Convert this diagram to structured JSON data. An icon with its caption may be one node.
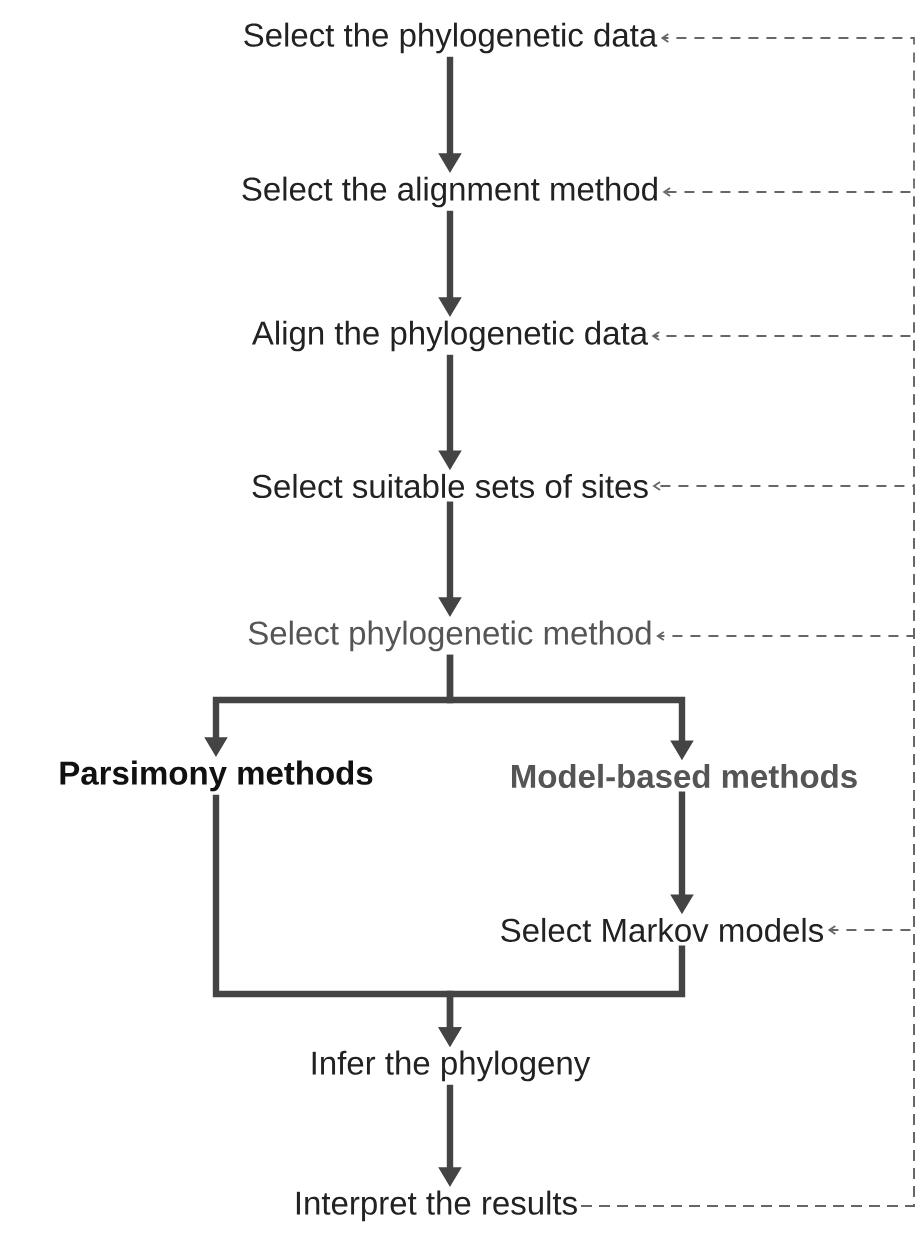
{
  "diagram": {
    "nodes": [
      {
        "text": [
          "Select the phylogenetic data"
        ]
      },
      {
        "text": [
          "Select the alignment method"
        ]
      },
      {
        "text": [
          "Align the phylogenetic data"
        ]
      },
      {
        "text": [
          "Select suitable sets of sites"
        ]
      },
      {
        "text": [
          "Select phylogenetic method"
        ]
      },
      {
        "text": [
          "Parsimony methods"
        ]
      },
      {
        "text": [
          "Model-based methods"
        ]
      },
      {
        "text": [
          "Select Markov models"
        ]
      },
      {
        "text": [
          "Infer the phylogeny"
        ]
      },
      {
        "text": [
          "Interpret the results"
        ]
      }
    ],
    "edges": [
      {
        "from": 0,
        "to": 1,
        "arrow": "to"
      },
      {
        "from": 1,
        "to": 2,
        "arrow": "to"
      },
      {
        "from": 2,
        "to": 3,
        "arrow": "to"
      },
      {
        "from": 3,
        "to": 4,
        "arrow": "to"
      },
      {
        "from": 4,
        "to": 5,
        "arrow": "to"
      },
      {
        "from": 4,
        "to": 6,
        "arrow": "to"
      },
      {
        "from": 6,
        "to": 7,
        "arrow": "to"
      },
      {
        "from": 5,
        "to": 8,
        "arrow": "to"
      },
      {
        "from": 7,
        "to": 8,
        "arrow": "to"
      },
      {
        "from": 8,
        "to": 9,
        "arrow": "to"
      },
      {
        "from": 9,
        "to": 0,
        "arrow": "to",
        "style": "dashed",
        "color": "#666666"
      },
      {
        "from": 9,
        "to": 1,
        "arrow": "to",
        "style": "dashed",
        "color": "#666666"
      },
      {
        "from": 9,
        "to": 2,
        "arrow": "to",
        "style": "dashed",
        "color": "#666666"
      },
      {
        "from": 9,
        "to": 3,
        "arrow": "to",
        "style": "dashed",
        "color": "#666666"
      },
      {
        "from": 9,
        "to": 4,
        "arrow": "to",
        "style": "dashed",
        "color": "#666666"
      },
      {
        "from": 9,
        "to": 7,
        "arrow": "to",
        "style": "dashed",
        "color": "#666666"
      }
    ]
  }
}
